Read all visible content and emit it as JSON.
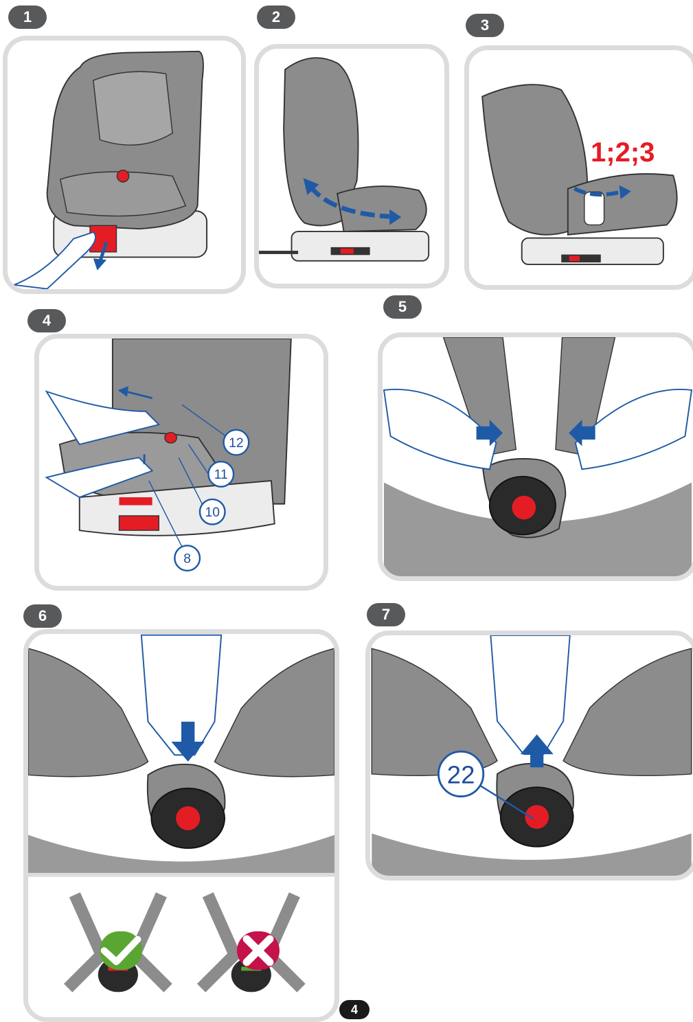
{
  "steps": {
    "s1": "1",
    "s2": "2",
    "s3": "3",
    "s4": "4",
    "s5": "5",
    "s6": "6",
    "s7": "7"
  },
  "step3": {
    "positions_label": "1;2;3"
  },
  "step4": {
    "callouts": [
      "12",
      "11",
      "10",
      "8"
    ]
  },
  "step7": {
    "callout": "22"
  },
  "page_number": "4",
  "icons": {
    "correct": "check-icon",
    "incorrect": "cross-icon",
    "direction": "arrow-icon"
  },
  "colors": {
    "seat_gray": "#8c8c8c",
    "arrow_blue": "#1f5aa6",
    "warning_red": "#e41d25",
    "ok_green": "#5aa632",
    "panel_border": "#dcdcdc",
    "badge_gray": "#58595b"
  }
}
